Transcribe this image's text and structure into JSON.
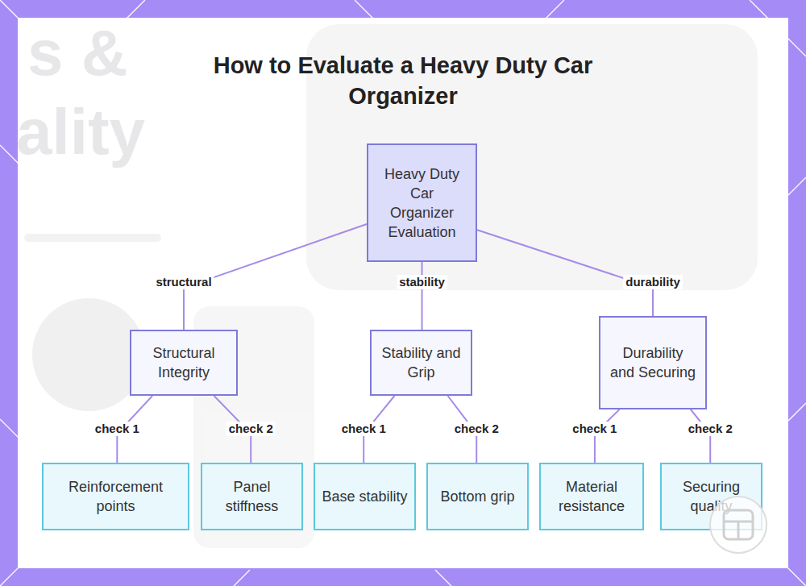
{
  "diagram": {
    "title": "How to Evaluate a Heavy Duty Car Organizer",
    "nodes": [
      {
        "text": [
          "Heavy Duty Car Organizer Evaluation"
        ]
      },
      {
        "text": [
          "Structural Integrity"
        ]
      },
      {
        "text": [
          "Stability and Grip"
        ]
      },
      {
        "text": [
          "Durability and Securing"
        ]
      },
      {
        "text": [
          "Reinforcement points"
        ]
      },
      {
        "text": [
          "Panel stiffness"
        ]
      },
      {
        "text": [
          "Base stability"
        ]
      },
      {
        "text": [
          "Bottom grip"
        ]
      },
      {
        "text": [
          "Material resistance"
        ]
      },
      {
        "text": [
          "Securing quality"
        ]
      }
    ],
    "edges": [
      {
        "from": 0,
        "to": 1,
        "label": "structural",
        "arrow": "none"
      },
      {
        "from": 0,
        "to": 2,
        "label": "stability",
        "arrow": "none"
      },
      {
        "from": 0,
        "to": 3,
        "label": "durability",
        "arrow": "none"
      },
      {
        "from": 1,
        "to": 4,
        "label": "check 1",
        "arrow": "none"
      },
      {
        "from": 1,
        "to": 5,
        "label": "check 2",
        "arrow": "none"
      },
      {
        "from": 2,
        "to": 6,
        "label": "check 1",
        "arrow": "none"
      },
      {
        "from": 2,
        "to": 7,
        "label": "check 2",
        "arrow": "none"
      },
      {
        "from": 3,
        "to": 8,
        "label": "check 1",
        "arrow": "none"
      },
      {
        "from": 3,
        "to": 9,
        "label": "check 2",
        "arrow": "none"
      }
    ],
    "labels": [
      "s &",
      "ality"
    ]
  }
}
